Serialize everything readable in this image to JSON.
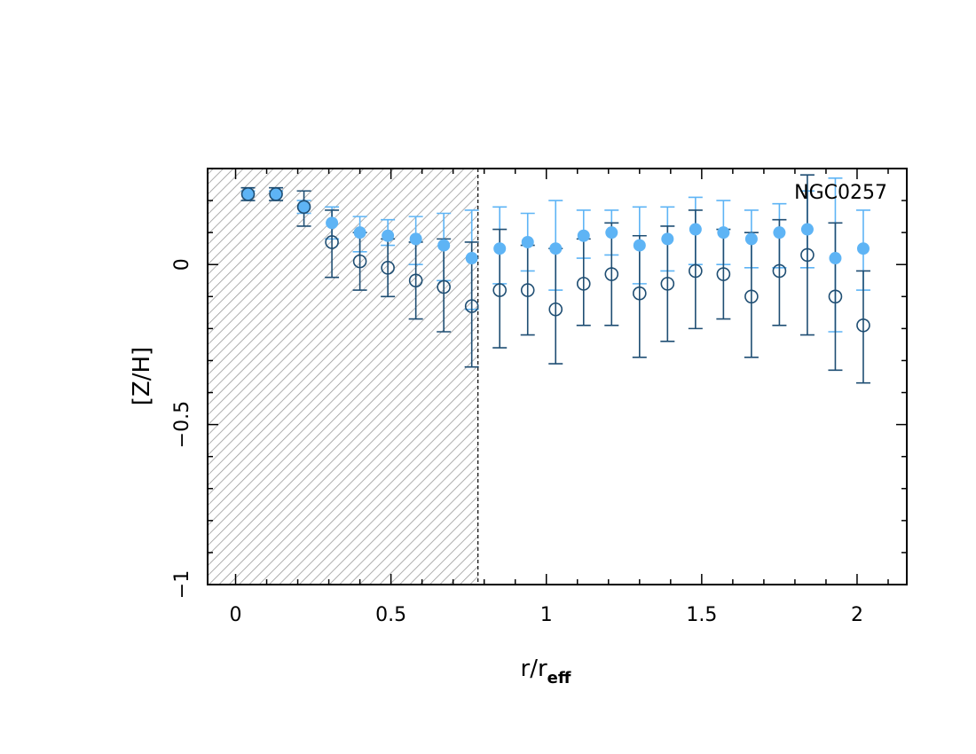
{
  "chart_data": {
    "type": "scatter",
    "title": "",
    "annotation": "NGC0257",
    "xlabel": "r/r",
    "xlabel_sub": "eff",
    "ylabel": "[Z/H]",
    "xlim": [
      -0.09,
      2.16
    ],
    "ylim": [
      -1.0,
      0.3
    ],
    "xticks": [
      0,
      0.5,
      1,
      1.5,
      2
    ],
    "xtick_labels": [
      "0",
      "0.5",
      "1",
      "1.5",
      "2"
    ],
    "yticks": [
      -1,
      -0.5,
      0
    ],
    "ytick_labels": [
      "−1",
      "−0.5",
      "0"
    ],
    "shaded_region": {
      "x": [
        -0.09,
        0.78
      ],
      "pattern": "hatched"
    },
    "series": [
      {
        "marker": "filled-circle",
        "color": "#5eb4f5",
        "x": [
          0.04,
          0.13,
          0.22,
          0.31,
          0.4,
          0.49,
          0.58,
          0.67,
          0.76,
          0.85,
          0.94,
          1.03,
          1.12,
          1.21,
          1.3,
          1.39,
          1.48,
          1.57,
          1.66,
          1.75,
          1.84,
          1.93,
          2.02
        ],
        "y": [
          0.22,
          0.22,
          0.18,
          0.13,
          0.1,
          0.09,
          0.08,
          0.06,
          0.02,
          0.05,
          0.07,
          0.05,
          0.09,
          0.1,
          0.06,
          0.08,
          0.11,
          0.1,
          0.08,
          0.1,
          0.11,
          0.02,
          0.05
        ],
        "yerr_low": [
          0.23,
          0.23,
          0.16,
          0.08,
          0.04,
          0.06,
          0.0,
          -0.05,
          -0.14,
          -0.06,
          -0.02,
          -0.08,
          0.02,
          0.03,
          -0.06,
          -0.02,
          0.0,
          0.0,
          -0.01,
          -0.01,
          -0.01,
          -0.21,
          -0.08
        ],
        "yerr_high": [
          0.23,
          0.23,
          0.2,
          0.18,
          0.15,
          0.14,
          0.15,
          0.16,
          0.17,
          0.18,
          0.16,
          0.2,
          0.17,
          0.17,
          0.18,
          0.18,
          0.21,
          0.2,
          0.17,
          0.19,
          0.23,
          0.27,
          0.17
        ]
      },
      {
        "marker": "open-circle",
        "color": "#1f4e73",
        "x": [
          0.04,
          0.13,
          0.22,
          0.31,
          0.4,
          0.49,
          0.58,
          0.67,
          0.76,
          0.85,
          0.94,
          1.03,
          1.12,
          1.21,
          1.3,
          1.39,
          1.48,
          1.57,
          1.66,
          1.75,
          1.84,
          1.93,
          2.02
        ],
        "y": [
          0.22,
          0.22,
          0.18,
          0.07,
          0.01,
          -0.01,
          -0.05,
          -0.07,
          -0.13,
          -0.08,
          -0.08,
          -0.14,
          -0.06,
          -0.03,
          -0.09,
          -0.06,
          -0.02,
          -0.03,
          -0.1,
          -0.02,
          0.03,
          -0.1,
          -0.19
        ],
        "yerr_low": [
          0.2,
          0.2,
          0.12,
          -0.04,
          -0.08,
          -0.1,
          -0.17,
          -0.21,
          -0.32,
          -0.26,
          -0.22,
          -0.31,
          -0.19,
          -0.19,
          -0.29,
          -0.24,
          -0.2,
          -0.17,
          -0.29,
          -0.19,
          -0.22,
          -0.33,
          -0.37
        ],
        "yerr_high": [
          0.24,
          0.24,
          0.23,
          0.17,
          0.1,
          0.08,
          0.07,
          0.08,
          0.07,
          0.11,
          0.06,
          0.05,
          0.08,
          0.13,
          0.09,
          0.12,
          0.17,
          0.11,
          0.1,
          0.14,
          0.28,
          0.13,
          -0.02
        ]
      }
    ]
  }
}
